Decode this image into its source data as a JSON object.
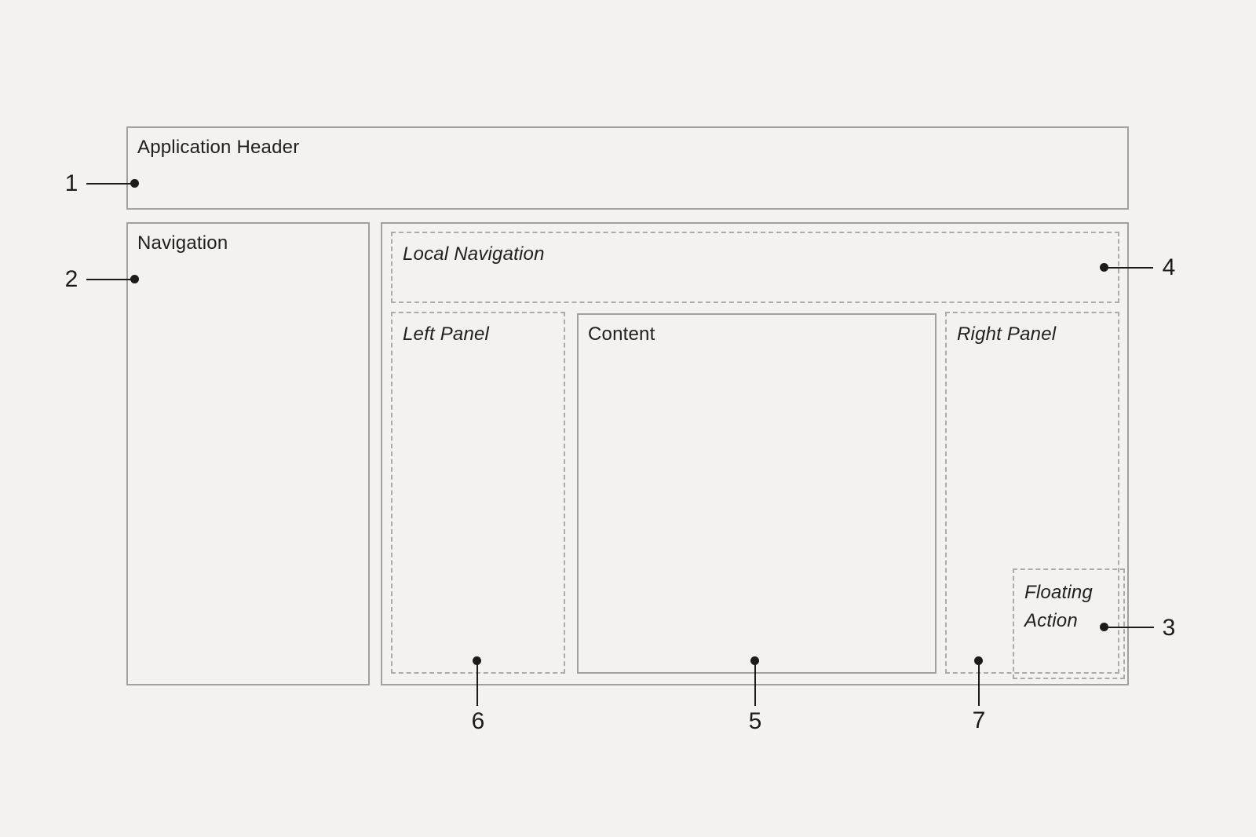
{
  "palette": {
    "background": "#f4f2ef",
    "solid_border": "#a2a09d",
    "dashed_border": "#adaba7",
    "ink": "#1c1b19"
  },
  "regions": {
    "app_header": {
      "label": "Application Header",
      "outline": "solid"
    },
    "navigation": {
      "label": "Navigation",
      "outline": "solid"
    },
    "local_nav": {
      "label": "Local Navigation",
      "outline": "dashed"
    },
    "left_panel": {
      "label": "Left Panel",
      "outline": "dashed"
    },
    "content": {
      "label": "Content",
      "outline": "solid"
    },
    "right_panel": {
      "label": "Right Panel",
      "outline": "dashed"
    },
    "floating_action": {
      "label": "Floating Action",
      "outline": "dashed"
    }
  },
  "callouts": [
    {
      "number": "1",
      "points_to": "Application Header"
    },
    {
      "number": "2",
      "points_to": "Navigation"
    },
    {
      "number": "3",
      "points_to": "Floating Action"
    },
    {
      "number": "4",
      "points_to": "Local Navigation"
    },
    {
      "number": "5",
      "points_to": "Content"
    },
    {
      "number": "6",
      "points_to": "Left Panel"
    },
    {
      "number": "7",
      "points_to": "Right Panel"
    }
  ]
}
